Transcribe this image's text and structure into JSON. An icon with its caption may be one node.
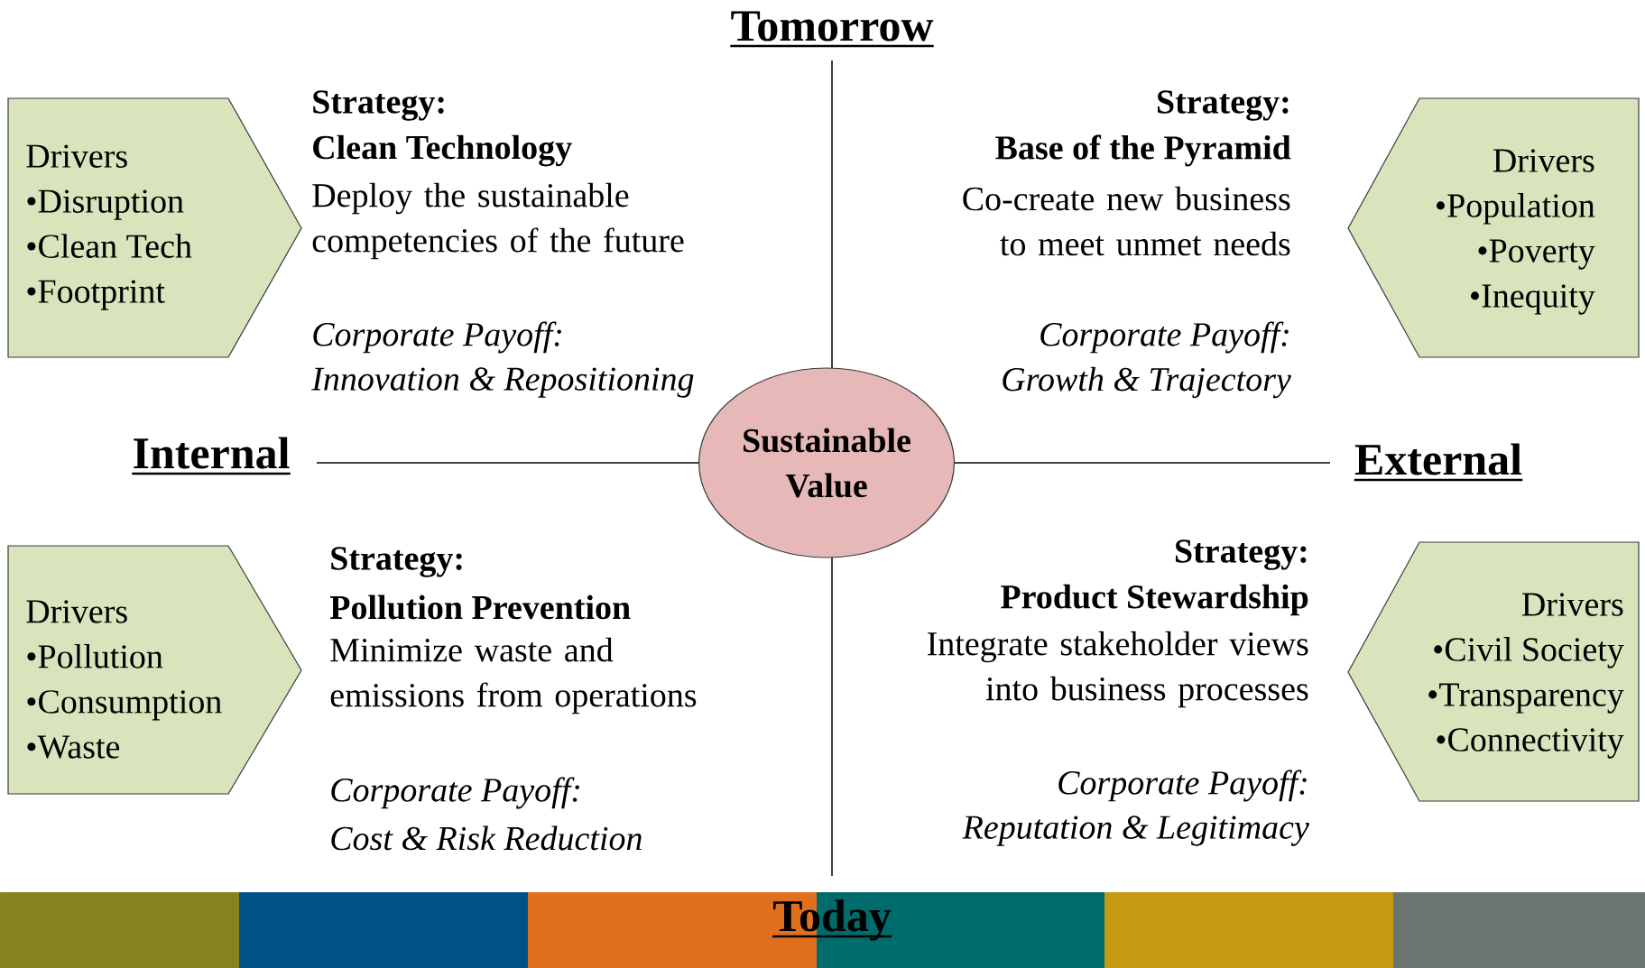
{
  "diagram": {
    "nodes": [
      {
        "text": [
          "Drivers",
          "•Disruption",
          "•Clean Tech",
          "•Footprint"
        ]
      },
      {
        "text": [
          "Drivers",
          "•Population",
          "•Poverty",
          "•Inequity"
        ]
      },
      {
        "text": [
          "Drivers",
          "•Pollution",
          "•Consumption",
          "•Waste"
        ]
      },
      {
        "text": [
          "Drivers",
          "•Civil Society",
          "•Transparency",
          "•Connectivity"
        ]
      },
      {
        "text": [
          "Sustainable Value"
        ]
      }
    ],
    "labels": [
      "Tomorrow",
      "Strategy:",
      "Clean Technology",
      "Deploy the sustainable competencies of the future",
      "Corporate Payoff:",
      "Innovation & Repositioning",
      "Strategy:",
      "Base of the Pyramid",
      "Co-create new business to meet unmet needs",
      "Corporate Payoff:",
      "Growth & Trajectory",
      "Internal",
      "External",
      "Strategy:",
      "Pollution Prevention",
      "Minimize waste and emissions from operations",
      "Corporate Payoff:",
      "Cost & Risk Reduction",
      "Strategy:",
      "Product Stewardship",
      "Integrate stakeholder views into business processes",
      "Corporate Payoff:",
      "Reputation & Legitimacy",
      "Today"
    ]
  }
}
